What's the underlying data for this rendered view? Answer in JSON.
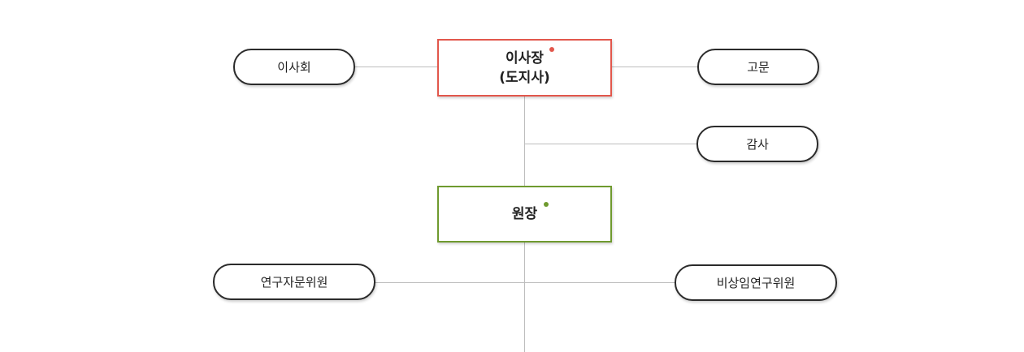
{
  "org_chart": {
    "chair": {
      "line1": "이사장",
      "line2": "(도지사)"
    },
    "board": {
      "label": "이사회"
    },
    "advisor": {
      "label": "고문"
    },
    "auditor": {
      "label": "감사"
    },
    "director": {
      "label": "원장"
    },
    "research_advisory": {
      "label": "연구자문위원"
    },
    "nonstanding_research": {
      "label": "비상임연구위원"
    }
  },
  "colors": {
    "chair_border": "#e2574c",
    "director_border": "#6f9a2f",
    "pill_border": "#2b2b2b",
    "connector": "#bdbdbd"
  }
}
